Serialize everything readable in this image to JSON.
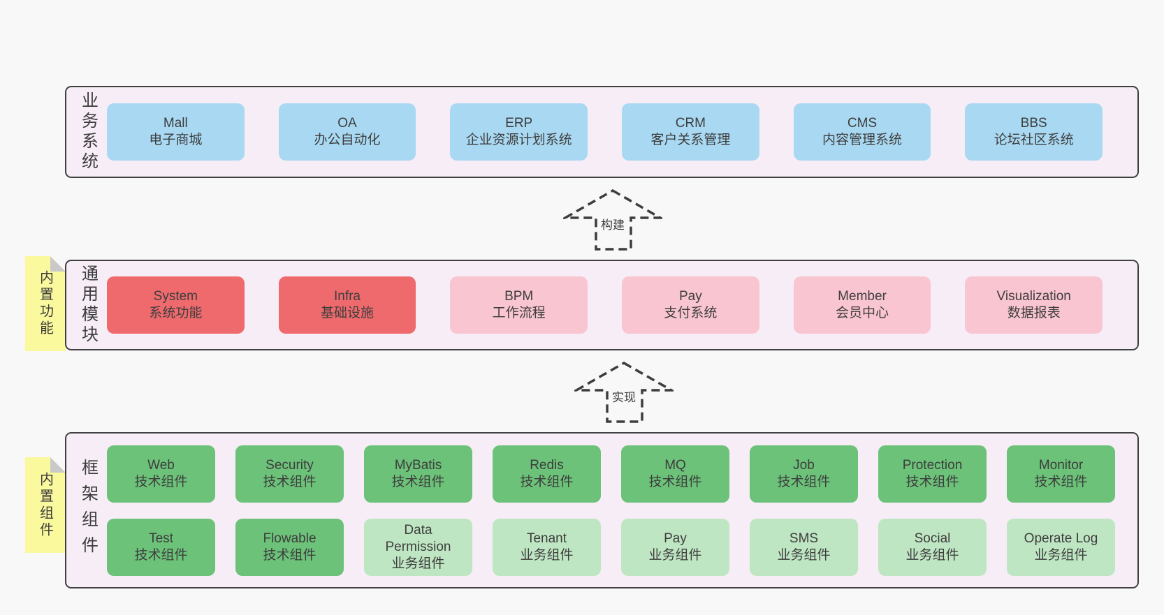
{
  "colors": {
    "page_bg": "#f8f8f8",
    "panel_bg": "#f7edf6",
    "panel_border": "#404040",
    "box_blue": "#a9d9f2",
    "box_red": "#ee6a6d",
    "box_pink": "#f9c5d1",
    "box_green": "#6cc279",
    "box_green_light": "#bfe6c3",
    "sticky_yellow": "#fbf99d",
    "sticky_fold": "#c9c9c9",
    "text": "#3d3d3d"
  },
  "arrows": [
    {
      "label": "构建"
    },
    {
      "label": "实现"
    }
  ],
  "layers": [
    {
      "label": "业务系统",
      "rows": [
        [
          {
            "name": "Mall",
            "desc": "电子商城",
            "variant": "blue"
          },
          {
            "name": "OA",
            "desc": "办公自动化",
            "variant": "blue"
          },
          {
            "name": "ERP",
            "desc": "企业资源计划系统",
            "variant": "blue"
          },
          {
            "name": "CRM",
            "desc": "客户关系管理",
            "variant": "blue"
          },
          {
            "name": "CMS",
            "desc": "内容管理系统",
            "variant": "blue"
          },
          {
            "name": "BBS",
            "desc": "论坛社区系统",
            "variant": "blue"
          }
        ]
      ]
    },
    {
      "label": "通用模块",
      "sticky": "内置功能",
      "rows": [
        [
          {
            "name": "System",
            "desc": "系统功能",
            "variant": "red"
          },
          {
            "name": "Infra",
            "desc": "基础设施",
            "variant": "red"
          },
          {
            "name": "BPM",
            "desc": "工作流程",
            "variant": "pink"
          },
          {
            "name": "Pay",
            "desc": "支付系统",
            "variant": "pink"
          },
          {
            "name": "Member",
            "desc": "会员中心",
            "variant": "pink"
          },
          {
            "name": "Visualization",
            "desc": "数据报表",
            "variant": "pink"
          }
        ]
      ]
    },
    {
      "label": "框架组件",
      "sticky": "内置组件",
      "rows": [
        [
          {
            "name": "Web",
            "desc": "技术组件",
            "variant": "green"
          },
          {
            "name": "Security",
            "desc": "技术组件",
            "variant": "green"
          },
          {
            "name": "MyBatis",
            "desc": "技术组件",
            "variant": "green"
          },
          {
            "name": "Redis",
            "desc": "技术组件",
            "variant": "green"
          },
          {
            "name": "MQ",
            "desc": "技术组件",
            "variant": "green"
          },
          {
            "name": "Job",
            "desc": "技术组件",
            "variant": "green"
          },
          {
            "name": "Protection",
            "desc": "技术组件",
            "variant": "green"
          },
          {
            "name": "Monitor",
            "desc": "技术组件",
            "variant": "green"
          }
        ],
        [
          {
            "name": "Test",
            "desc": "技术组件",
            "variant": "green"
          },
          {
            "name": "Flowable",
            "desc": "技术组件",
            "variant": "green"
          },
          {
            "name": "Data Permission",
            "desc": "业务组件",
            "variant": "green-light"
          },
          {
            "name": "Tenant",
            "desc": "业务组件",
            "variant": "green-light"
          },
          {
            "name": "Pay",
            "desc": "业务组件",
            "variant": "green-light"
          },
          {
            "name": "SMS",
            "desc": "业务组件",
            "variant": "green-light"
          },
          {
            "name": "Social",
            "desc": "业务组件",
            "variant": "green-light"
          },
          {
            "name": "Operate Log",
            "desc": "业务组件",
            "variant": "green-light"
          }
        ]
      ]
    }
  ]
}
